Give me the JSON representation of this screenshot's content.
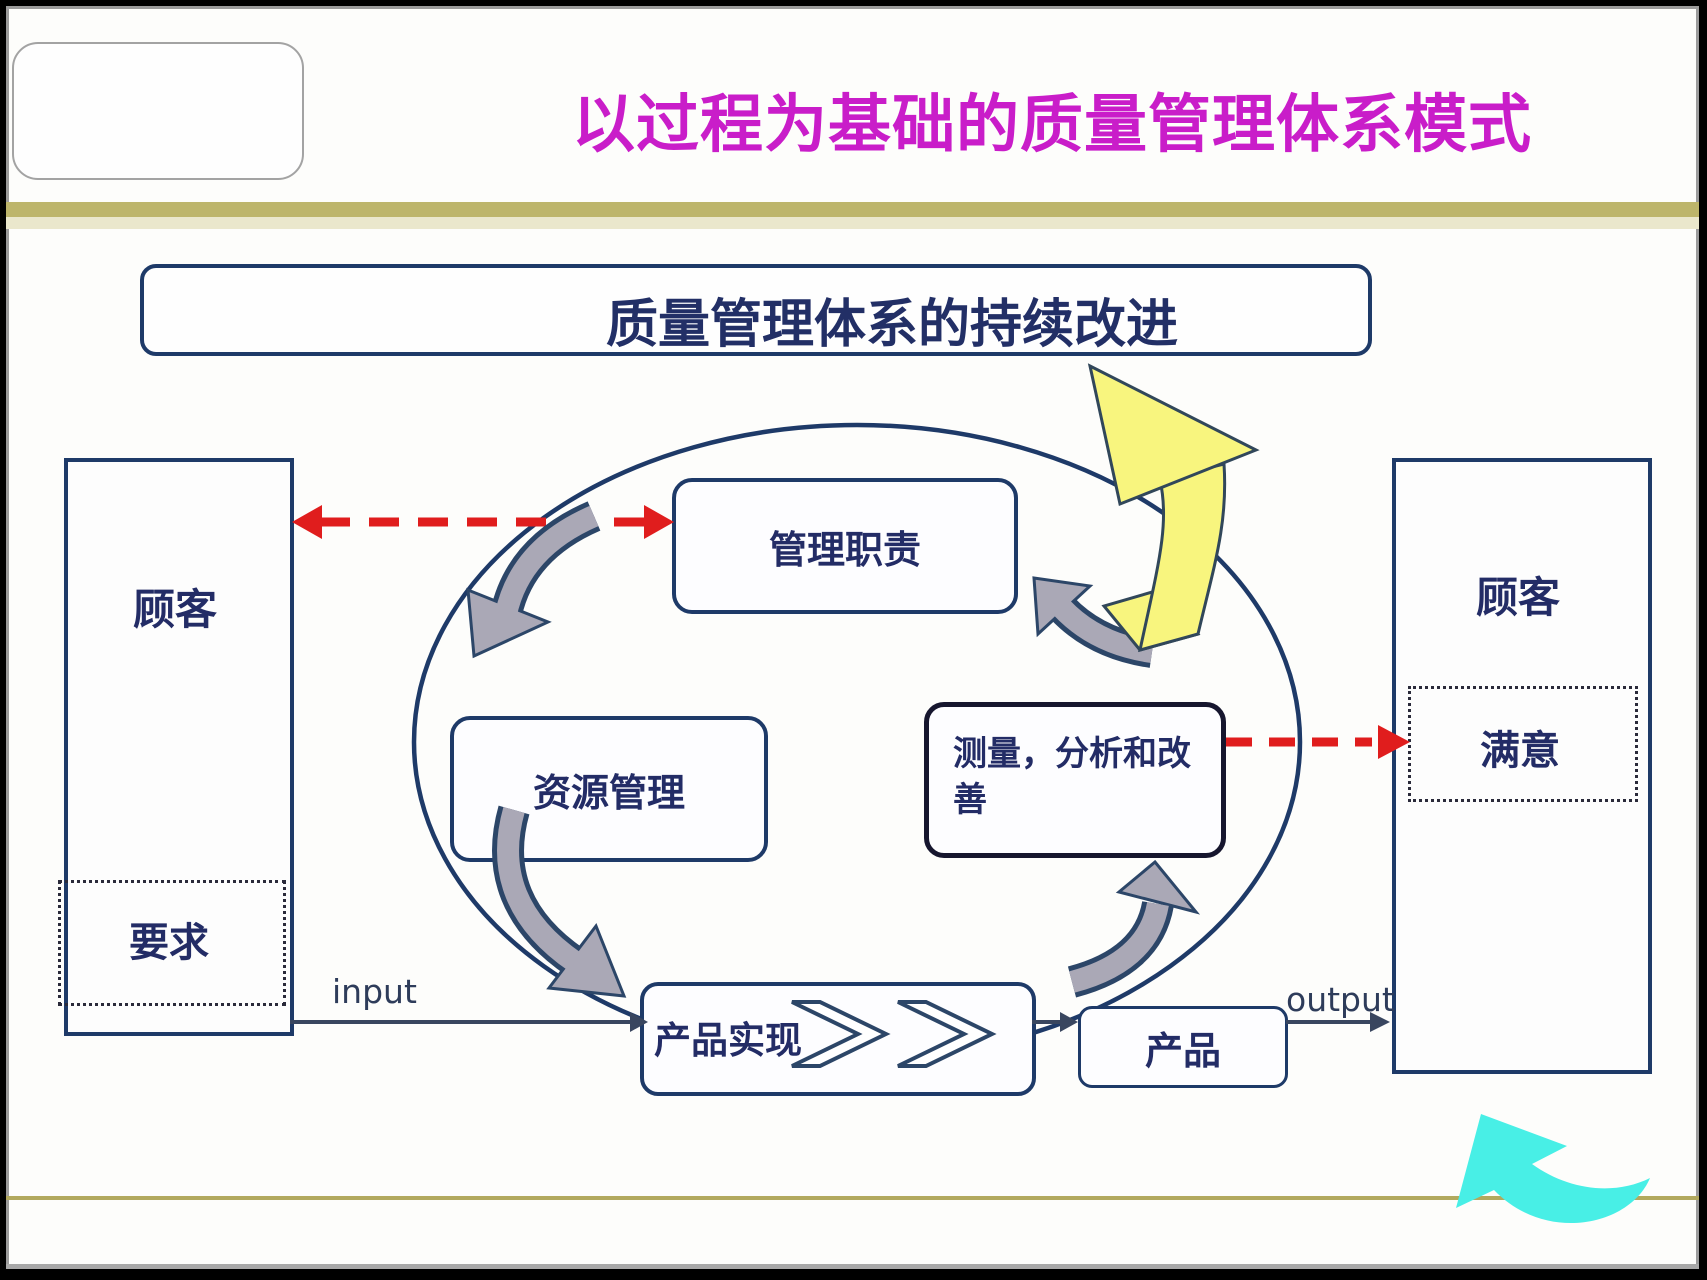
{
  "title": "以过程为基础的质量管理体系模式",
  "banner": "质量管理体系的持续改进",
  "customer_left": {
    "title": "顾客",
    "sub": "要求"
  },
  "customer_right": {
    "title": "顾客",
    "sub": "满意"
  },
  "nodes": {
    "management": "管理职责",
    "resource": "资源管理",
    "measurement": "测量，分析和改善",
    "realization": "产品实现",
    "product": "产品"
  },
  "labels": {
    "input": "input",
    "output": "output"
  },
  "colors": {
    "title_magenta": "#c91dc9",
    "box_border_navy": "#1e3a68",
    "text_navy": "#232c66",
    "red_arrow": "#e01d1d",
    "gray_arrow_fill": "#aaa8b6",
    "yellow_arrow_fill": "#f8f57e",
    "cyan_arrow_fill": "#48efe6",
    "olive_band": "#bdb56b",
    "frame_gray": "#9b9b9b"
  }
}
